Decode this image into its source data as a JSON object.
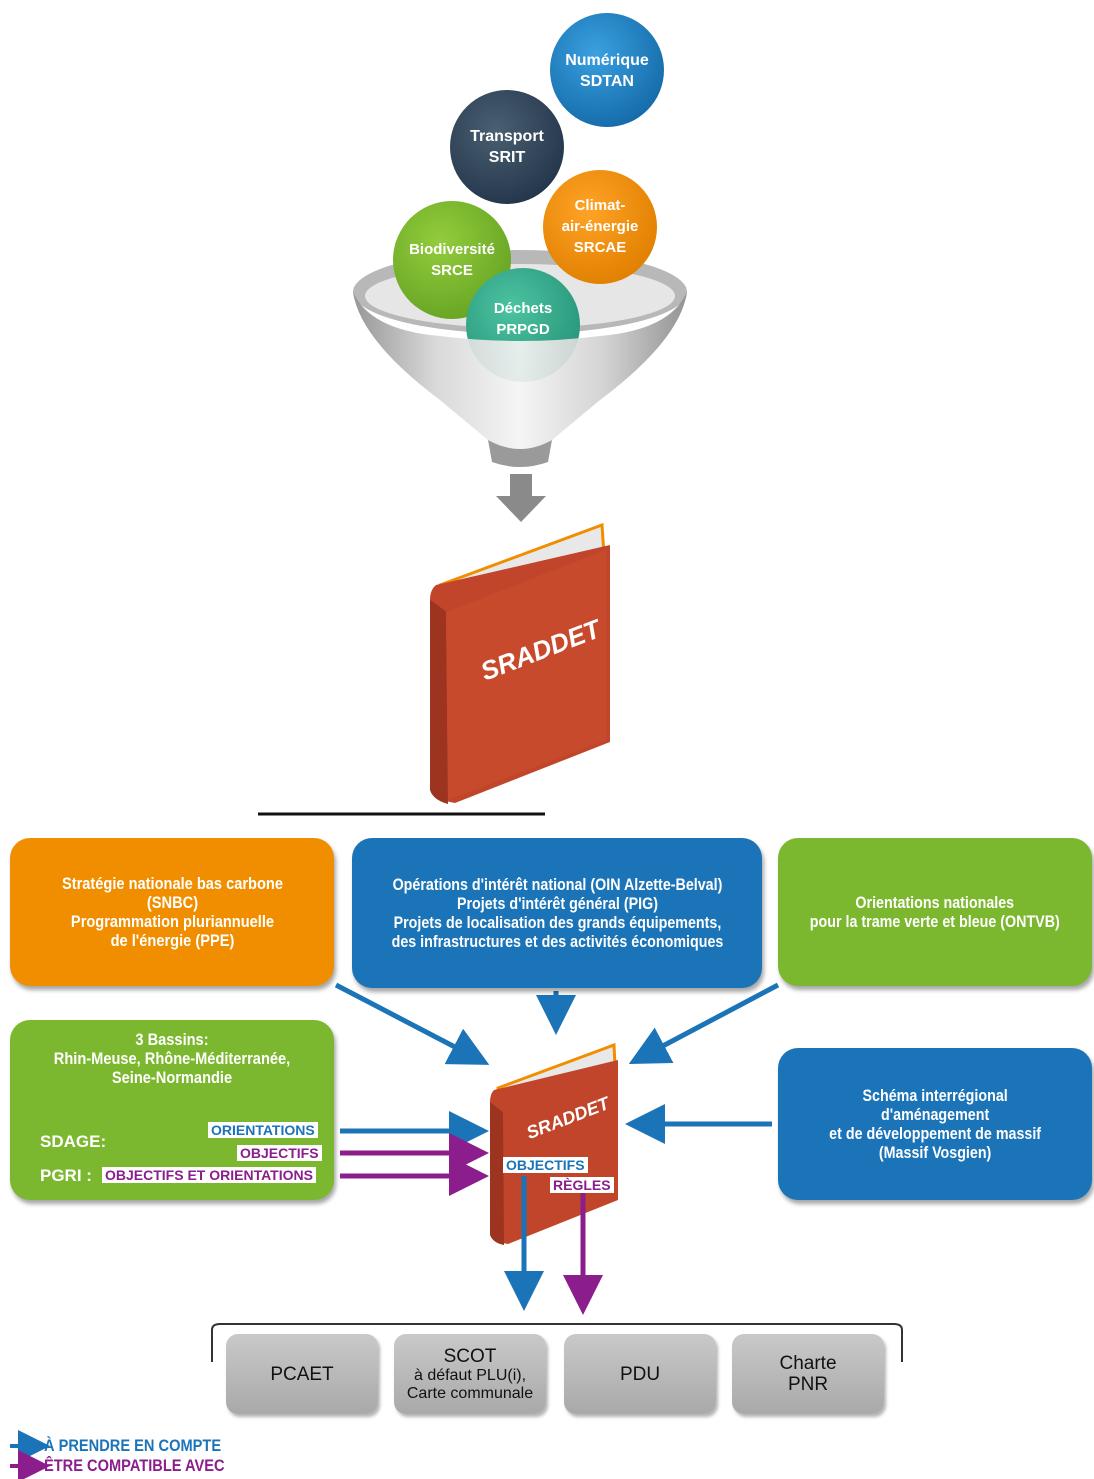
{
  "colors": {
    "orange": "#f18e00",
    "blue": "#1b74b8",
    "green": "#7cb82f",
    "dark_navy": "#2e4356",
    "teal": "#35a88a",
    "book_red": "#c1452a",
    "arrow_blue": "#1b74b8",
    "arrow_purple": "#8b1d8c",
    "gray_box": "#b5b5b5"
  },
  "funnel_circles": [
    {
      "line1": "Numérique",
      "line2": "SDTAN"
    },
    {
      "line1": "Transport",
      "line2": "SRIT"
    },
    {
      "line1": "Climat-",
      "line2": "air-énergie",
      "line3": "SRCAE"
    },
    {
      "line1": "Biodiversité",
      "line2": "SRCE"
    },
    {
      "line1": "Déchets",
      "line2": "PRPGD"
    }
  ],
  "book_top_title": "SRADDET",
  "book_center": {
    "title": "SRADDET",
    "tag_objectifs": "OBJECTIFS",
    "tag_regles": "RÈGLES"
  },
  "boxes": {
    "snbc": {
      "line1": "Stratégie nationale bas carbone",
      "line2": "(SNBC)",
      "line3": "Programmation pluriannuelle",
      "line4": "de l'énergie (PPE)"
    },
    "oin": {
      "line1": "Opérations d'intérêt national (OIN Alzette-Belval)",
      "line2": "Projets d'intérêt général (PIG)",
      "line3": "Projets de localisation des grands équipements,",
      "line4": "des infrastructures et des activités économiques"
    },
    "ontvb": {
      "line1": "Orientations nationales",
      "line2": "pour la trame verte et bleue (ONTVB)"
    },
    "bassins": {
      "line1": "3 Bassins:",
      "line2": "Rhin-Meuse, Rhône-Méditerranée,",
      "line3": "Seine-Normandie",
      "sdage_label": "SDAGE:",
      "pgri_label": "PGRI :",
      "tag_orientations": "ORIENTATIONS",
      "tag_objectifs": "OBJECTIFS",
      "tag_obj_orient": "OBJECTIFS ET ORIENTATIONS"
    },
    "massif": {
      "line1": "Schéma interrégional",
      "line2": "d'aménagement",
      "line3": "et de développement de massif",
      "line4": "(Massif Vosgien)"
    }
  },
  "bottom_boxes": [
    {
      "line1": "PCAET"
    },
    {
      "line1": "SCOT",
      "line2": "à défaut PLU(i),",
      "line3": "Carte communale"
    },
    {
      "line1": "PDU"
    },
    {
      "line1": "Charte",
      "line2": "PNR"
    }
  ],
  "legend": {
    "take_into_account": "À PRENDRE EN COMPTE",
    "be_compatible": "ÊTRE COMPATIBLE AVEC"
  }
}
